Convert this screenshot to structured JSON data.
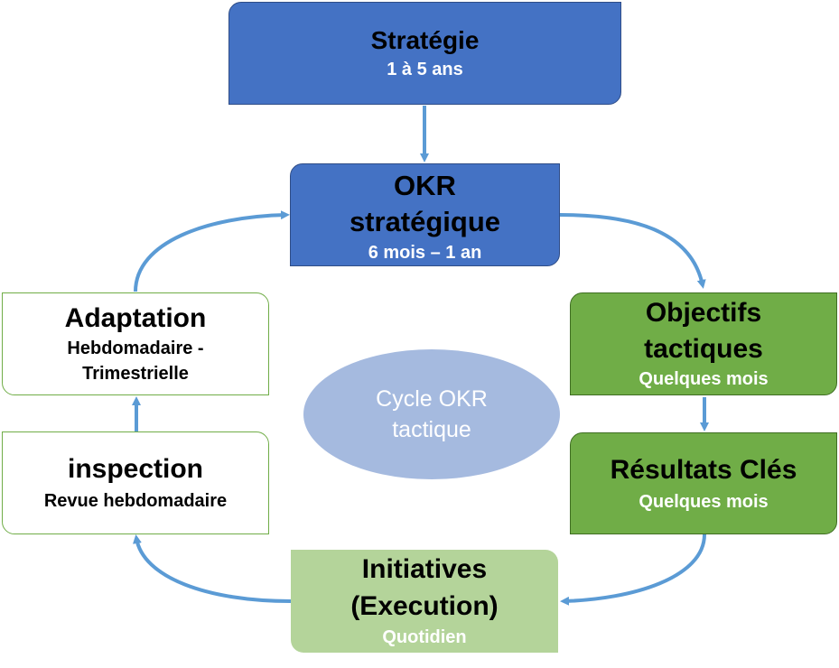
{
  "nodes": {
    "strategie": {
      "title": "Stratégie",
      "sub": "1 à 5 ans"
    },
    "okr_strategique": {
      "title_1": "OKR",
      "title_2": "stratégique",
      "sub": "6 mois – 1 an"
    },
    "objectifs_tactiques": {
      "title_1": "Objectifs",
      "title_2": "tactiques",
      "sub": "Quelques mois"
    },
    "resultats_cles": {
      "title": "Résultats Clés",
      "sub": "Quelques mois"
    },
    "initiatives": {
      "title_1": "Initiatives",
      "title_2": "(Execution)",
      "sub": "Quotidien"
    },
    "inspection": {
      "title": "inspection",
      "sub": "Revue hebdomadaire"
    },
    "adaptation": {
      "title": "Adaptation",
      "sub_1": "Hebdomadaire -",
      "sub_2": "Trimestrielle"
    }
  },
  "center": {
    "line_1": "Cycle OKR",
    "line_2": "tactique"
  },
  "colors": {
    "blue": "#4472c4",
    "green": "#70ad47",
    "light_green": "#b4d49a",
    "ellipse": "#a5badf",
    "arrow": "#5b9bd5"
  }
}
